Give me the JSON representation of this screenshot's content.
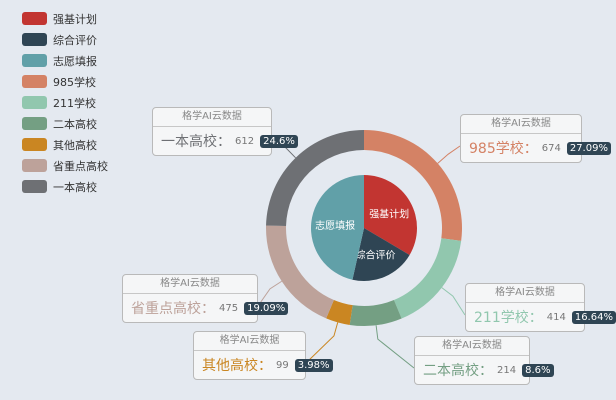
{
  "legend": [
    {
      "name": "强基计划",
      "color": "#c23531"
    },
    {
      "name": "综合评价",
      "color": "#2f4554"
    },
    {
      "name": "志愿填报",
      "color": "#61a0a8"
    },
    {
      "name": "985学校",
      "color": "#d48265"
    },
    {
      "name": "211学校",
      "color": "#91c7ae"
    },
    {
      "name": "二本高校",
      "color": "#749f83"
    },
    {
      "name": "其他高校",
      "color": "#ca8622"
    },
    {
      "name": "省重点高校",
      "color": "#bda29a"
    },
    {
      "name": "一本高校",
      "color": "#6e7074"
    }
  ],
  "chart_data": {
    "type": "pie",
    "inner": {
      "slices": [
        {
          "name": "强基计划",
          "value": 335,
          "color": "#c23531"
        },
        {
          "name": "综合评价",
          "value": 200,
          "color": "#2f4554"
        },
        {
          "name": "志愿填报",
          "value": 465,
          "color": "#61a0a8"
        }
      ]
    },
    "outer": {
      "slices": [
        {
          "name": "985学校",
          "value": 674,
          "percent": "27.09%",
          "color": "#d48265",
          "label": "格学AI云数据"
        },
        {
          "name": "211学校",
          "value": 414,
          "percent": "16.64%",
          "color": "#91c7ae",
          "label": "格学AI云数据"
        },
        {
          "name": "二本高校",
          "value": 214,
          "percent": "8.6%",
          "color": "#749f83",
          "label": "格学AI云数据"
        },
        {
          "name": "其他高校",
          "value": 99,
          "percent": "3.98%",
          "color": "#ca8622",
          "label": "格学AI云数据"
        },
        {
          "name": "省重点高校",
          "value": 475,
          "percent": "19.09%",
          "color": "#bda29a",
          "label": "格学AI云数据"
        },
        {
          "name": "一本高校",
          "value": 612,
          "percent": "24.6%",
          "color": "#6e7074",
          "label": "格学AI云数据"
        }
      ]
    }
  }
}
